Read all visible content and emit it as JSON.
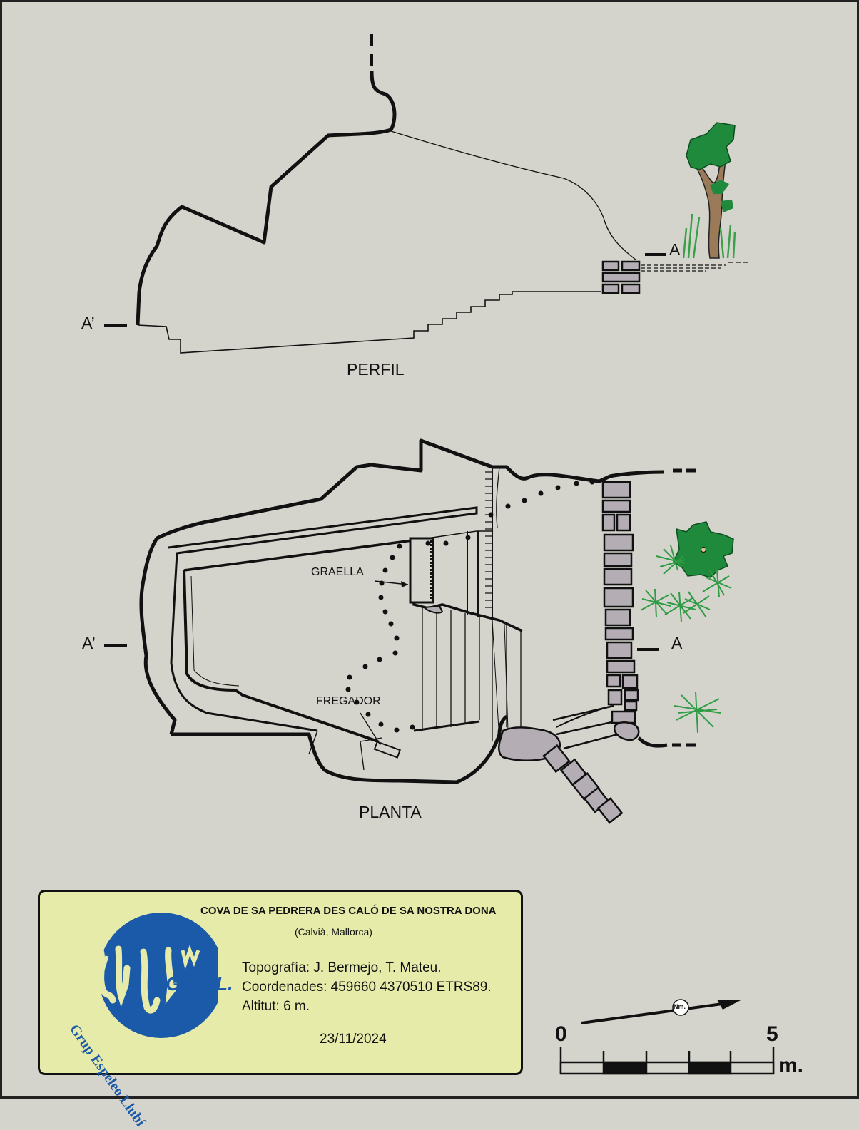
{
  "profile": {
    "title": "PERFIL",
    "label_a": "A",
    "label_a_prime": "A’"
  },
  "plan": {
    "title": "PLANTA",
    "label_a": "A",
    "label_a_prime": "A’",
    "feature_graella": "GRAELLA",
    "feature_fregador": "FREGADOR"
  },
  "legend": {
    "cave_name": "COVA DE SA PEDRERA DES CALÓ DE SA NOSTRA DONA",
    "location": "(Calvià, Mallorca)",
    "topography": "Topografía: J. Bermejo, T. Mateu.",
    "coordinates": "Coordenades: 459660 4370510 ETRS89.",
    "altitude": "Altitut: 6 m.",
    "date": "23/11/2024",
    "logo_text": "G.E.LL.",
    "logo_arc_text": "Grup Espeleo Llubí"
  },
  "north_arrow": {
    "label": "Nm."
  },
  "scale": {
    "start": "0",
    "end": "5",
    "unit": "m."
  },
  "colors": {
    "background": "#d4d4cc",
    "legend_bg": "#e6ebaa",
    "logo_blue": "#1b5aa8",
    "block_fill": "#b4adb4",
    "vegetation_green": "#1f8a3c",
    "trunk": "#9a7a58"
  }
}
